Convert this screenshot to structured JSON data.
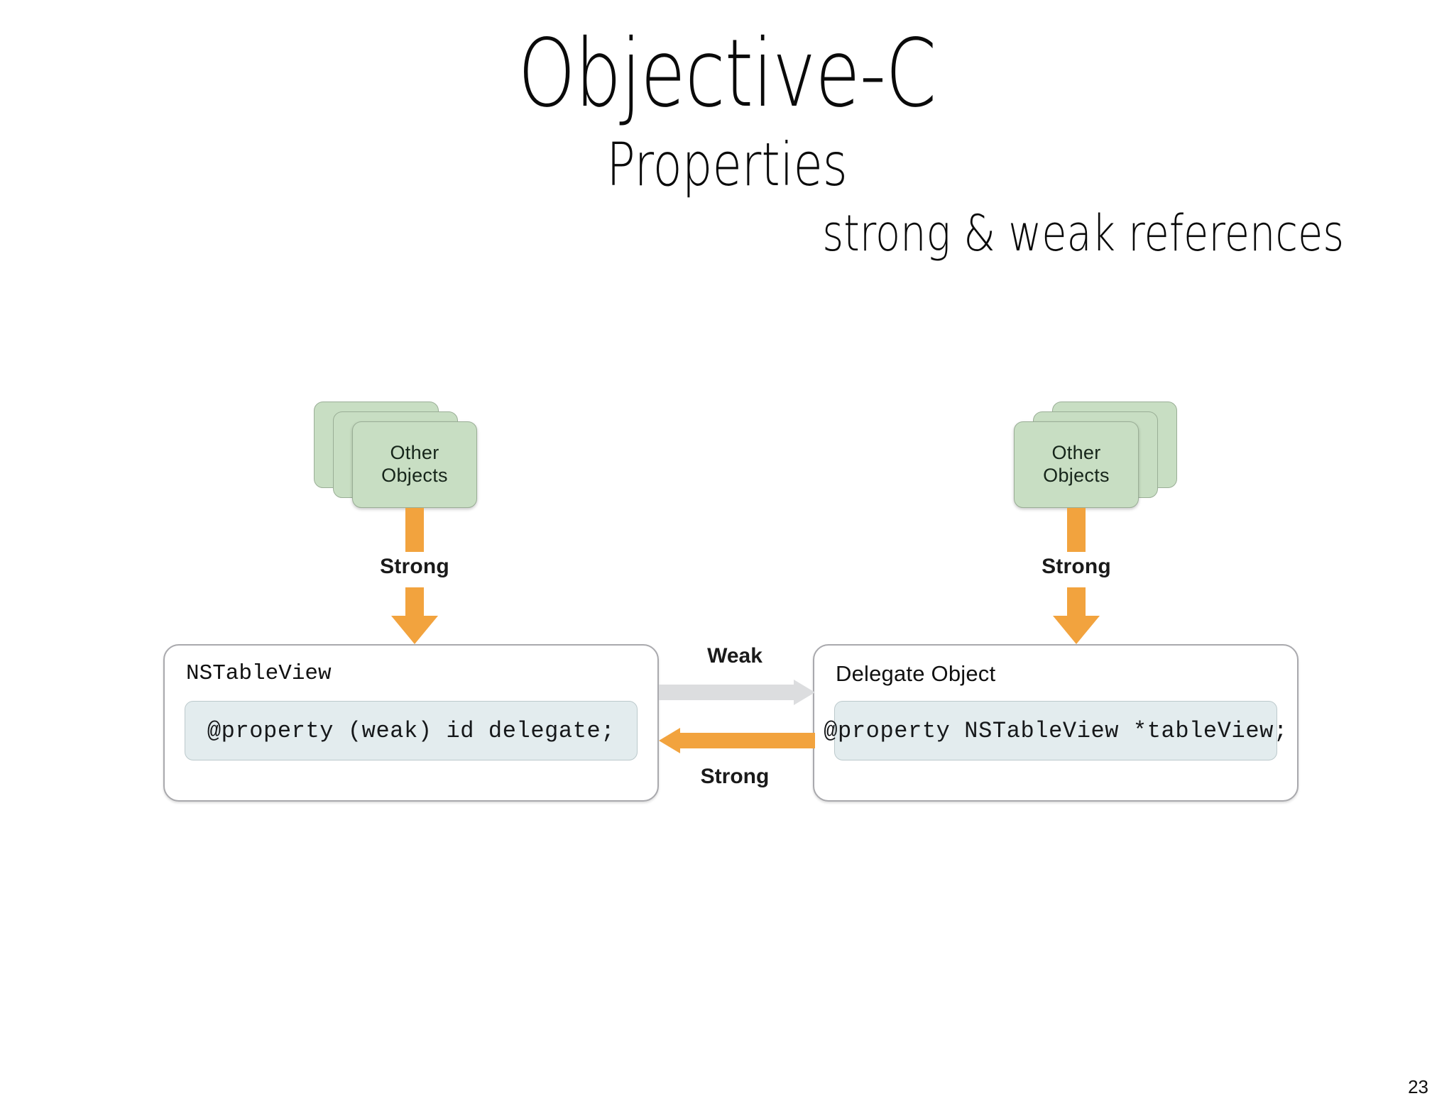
{
  "slide": {
    "title": "Objective-C",
    "subtitle": "Properties",
    "tagline": "strong & weak references",
    "page_number": "23"
  },
  "colors": {
    "orange_arrow": "#f2a33e",
    "gray_arrow": "#dcdddf",
    "card_green": "#c8dec3",
    "card_green_border": "#9aae96",
    "property_box": "#e3ecee",
    "property_box_border": "#bcc9cc",
    "object_box_border": "#a9a9ad",
    "text": "#111111"
  },
  "diagram": {
    "left": {
      "stack_label_line1": "Other",
      "stack_label_line2": "Objects",
      "down_arrow_label": "Strong",
      "box_title": "NSTableView",
      "box_property": "@property (weak) id delegate;"
    },
    "right": {
      "stack_label_line1": "Other",
      "stack_label_line2": "Objects",
      "down_arrow_label": "Strong",
      "box_title": "Delegate Object",
      "box_property": "@property NSTableView *tableView;"
    },
    "links": {
      "top_label": "Weak",
      "top_direction": "left-to-right",
      "bottom_label": "Strong",
      "bottom_direction": "right-to-left"
    }
  }
}
